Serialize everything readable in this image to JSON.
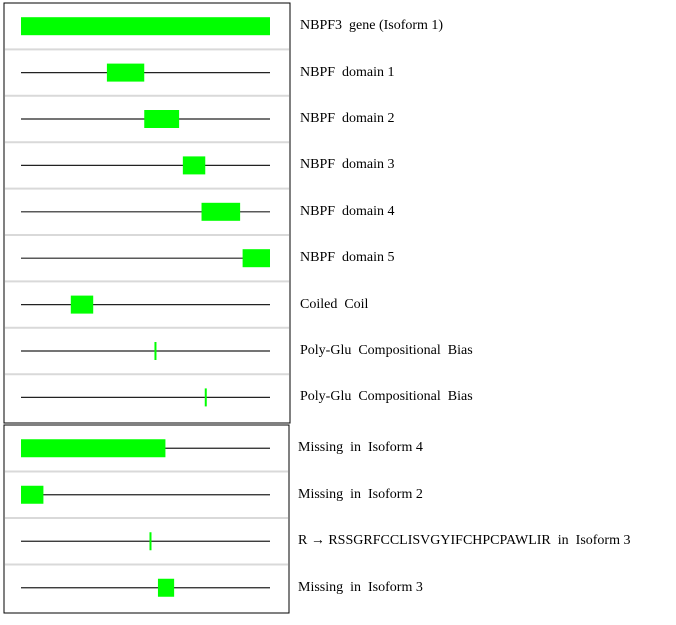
{
  "colors": {
    "feature": "#00ff00",
    "track_line": "#222222",
    "row_separator": "#d9d9d9",
    "panel_border": "#000000"
  },
  "gene": {
    "length": 100,
    "label": "NBPF3  gene (Isoform 1)"
  },
  "panels": [
    {
      "rows": [
        {
          "label": "NBPF3  gene (Isoform 1)",
          "start": 0,
          "end": 100,
          "show_line": false
        },
        {
          "label": "NBPF  domain 1",
          "start": 34.5,
          "end": 49.5,
          "show_line": true
        },
        {
          "label": "NBPF  domain 2",
          "start": 49.5,
          "end": 63.5,
          "show_line": true
        },
        {
          "label": "NBPF  domain 3",
          "start": 65,
          "end": 74,
          "show_line": true
        },
        {
          "label": "NBPF  domain 4",
          "start": 72.5,
          "end": 88,
          "show_line": true
        },
        {
          "label": "NBPF  domain 5",
          "start": 89,
          "end": 100,
          "show_line": true
        },
        {
          "label": "Coiled  Coil",
          "start": 20,
          "end": 29,
          "show_line": true
        },
        {
          "label": "Poly-Glu  Compositional  Bias",
          "start": 53.6,
          "end": 54.4,
          "show_line": true
        },
        {
          "label": "Poly-Glu  Compositional  Bias",
          "start": 73.8,
          "end": 74.6,
          "show_line": true
        }
      ]
    },
    {
      "rows": [
        {
          "label": "Missing  in  Isoform 4",
          "start": 0,
          "end": 58,
          "show_line": true
        },
        {
          "label": "Missing  in  Isoform 2",
          "start": 0,
          "end": 9,
          "show_line": true
        },
        {
          "label": "R → RSSGRFCCLISVGYIFCHPCPAWLIR  in  Isoform 3",
          "start": 51.6,
          "end": 52.4,
          "show_line": true
        },
        {
          "label": "Missing  in  Isoform 3",
          "start": 55,
          "end": 61.5,
          "show_line": true
        }
      ]
    }
  ]
}
